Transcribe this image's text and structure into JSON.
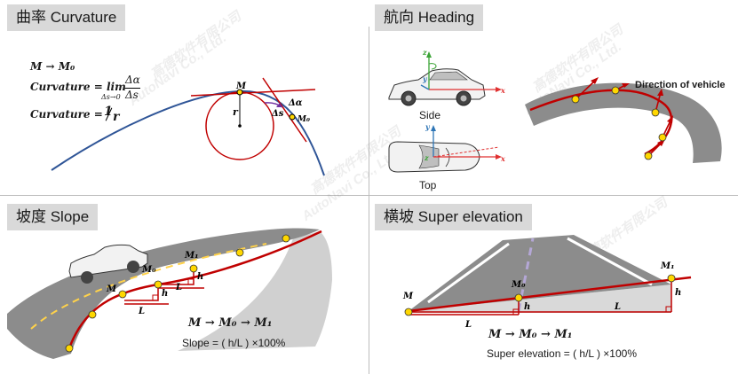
{
  "panels": {
    "curvature": {
      "title": "曲率 Curvature",
      "formula_map": "M → M₀",
      "formula_curvature_prefix": "Curvature = lim",
      "formula_lim_sub": "Δs→0",
      "formula_frac_num": "Δα",
      "formula_frac_den": "Δs",
      "formula_inverse_prefix": "Curvature = ",
      "formula_inverse_num": "1",
      "formula_inverse_den": "r",
      "label_M": "M",
      "label_r": "r",
      "label_delta_s": "Δs",
      "label_delta_alpha": "Δα",
      "label_M0": "M₀"
    },
    "heading": {
      "title": "航向 Heading",
      "side_label": "Side",
      "top_label": "Top",
      "axis_z": "z",
      "axis_y": "y",
      "axis_x": "x",
      "direction_label": "Direction of vehicle"
    },
    "slope": {
      "title": "坡度 Slope",
      "label_M": "M",
      "label_M0": "M₀",
      "label_M1": "M₁",
      "label_h": "h",
      "label_L": "L",
      "formula_map": "M → M₀ → M₁",
      "formula_text": "Slope = ( h/L ) ×100%"
    },
    "super_elevation": {
      "title": "横坡 Super elevation",
      "label_M": "M",
      "label_M0": "M₀",
      "label_M1": "M₁",
      "label_h": "h",
      "label_L": "L",
      "formula_map": "M → M₀ → M₁",
      "formula_text": "Super elevation = ( h/L ) ×100%"
    }
  },
  "watermarks": [
    "高德软件有限公司",
    "AutoNavi Co., Ltd."
  ],
  "colors": {
    "road": "#8c8c8c",
    "road_shoulder": "#d0d0d0",
    "path_red": "#c00000",
    "curve_blue": "#2f5597",
    "point_yellow": "#ffd700",
    "axis_green": "#3aa335",
    "axis_blue": "#2e75b6",
    "axis_red": "#e03030",
    "title_bg": "#d9d9d9"
  }
}
